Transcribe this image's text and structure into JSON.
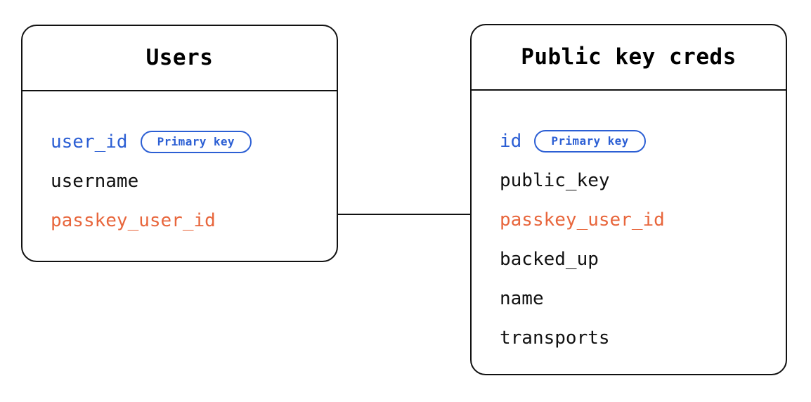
{
  "diagram": {
    "type": "entity-relationship",
    "background_color": "#ffffff",
    "colors": {
      "border": "#111111",
      "text": "#111111",
      "primary_key": "#2c5fd4",
      "foreign_key": "#e8663c"
    }
  },
  "entities": [
    {
      "id": "users",
      "title": "Users",
      "fields": [
        {
          "name": "user_id",
          "role": "primary_key",
          "badge": "Primary key"
        },
        {
          "name": "username",
          "role": "plain",
          "badge": null
        },
        {
          "name": "passkey_user_id",
          "role": "foreign_key",
          "badge": null
        }
      ]
    },
    {
      "id": "public_key_creds",
      "title": "Public key creds",
      "fields": [
        {
          "name": "id",
          "role": "primary_key",
          "badge": "Primary key"
        },
        {
          "name": "public_key",
          "role": "plain",
          "badge": null
        },
        {
          "name": "passkey_user_id",
          "role": "foreign_key",
          "badge": null
        },
        {
          "name": "backed_up",
          "role": "plain",
          "badge": null
        },
        {
          "name": "name",
          "role": "plain",
          "badge": null
        },
        {
          "name": "transports",
          "role": "plain",
          "badge": null
        }
      ]
    }
  ],
  "relationships": [
    {
      "from_entity": "users",
      "from_field": "passkey_user_id",
      "to_entity": "public_key_creds",
      "to_field": "passkey_user_id",
      "style": "solid-line"
    }
  ]
}
